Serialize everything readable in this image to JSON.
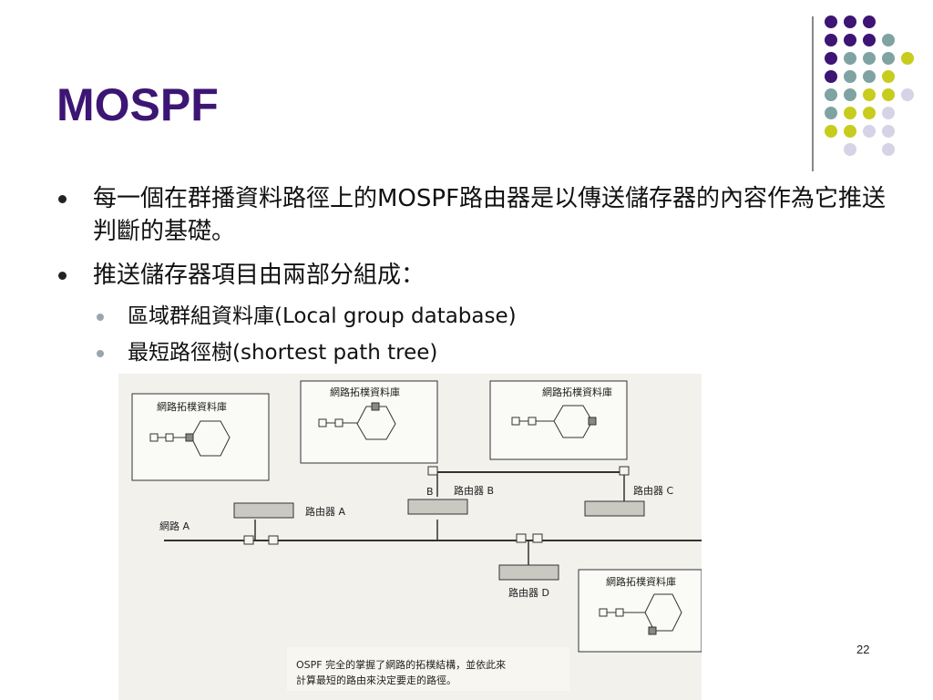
{
  "slide": {
    "title": "MOSPF",
    "page_number": "22"
  },
  "bullets": [
    {
      "text": "每一個在群播資料路徑上的MOSPF路由器是以傳送儲存器的內容作為它推送判斷的基礎。"
    },
    {
      "text": "推送儲存器項目由兩部分組成："
    }
  ],
  "sub_bullets": [
    {
      "text": "區域群組資料庫(Local group database)"
    },
    {
      "text": "最短路徑樹(shortest path tree)"
    }
  ],
  "figure": {
    "topology_db_label": "網路拓樸資料庫",
    "router_a": "路由器 A",
    "router_b": "路由器 B",
    "router_c": "路由器 C",
    "router_d": "路由器 D",
    "network_a": "網路 A",
    "label_b": "B",
    "caption_line1": "OSPF 完全的掌握了網路的拓樸結構，並依此來",
    "caption_line2": "計算最短的路由來決定要走的路徑。"
  },
  "colors": {
    "title": "#3d1574",
    "dot_purple": "#3d1574",
    "dot_teal": "#7fa3a3",
    "dot_yellow": "#c8cc1e",
    "dot_lavender": "#d6d3e6"
  }
}
